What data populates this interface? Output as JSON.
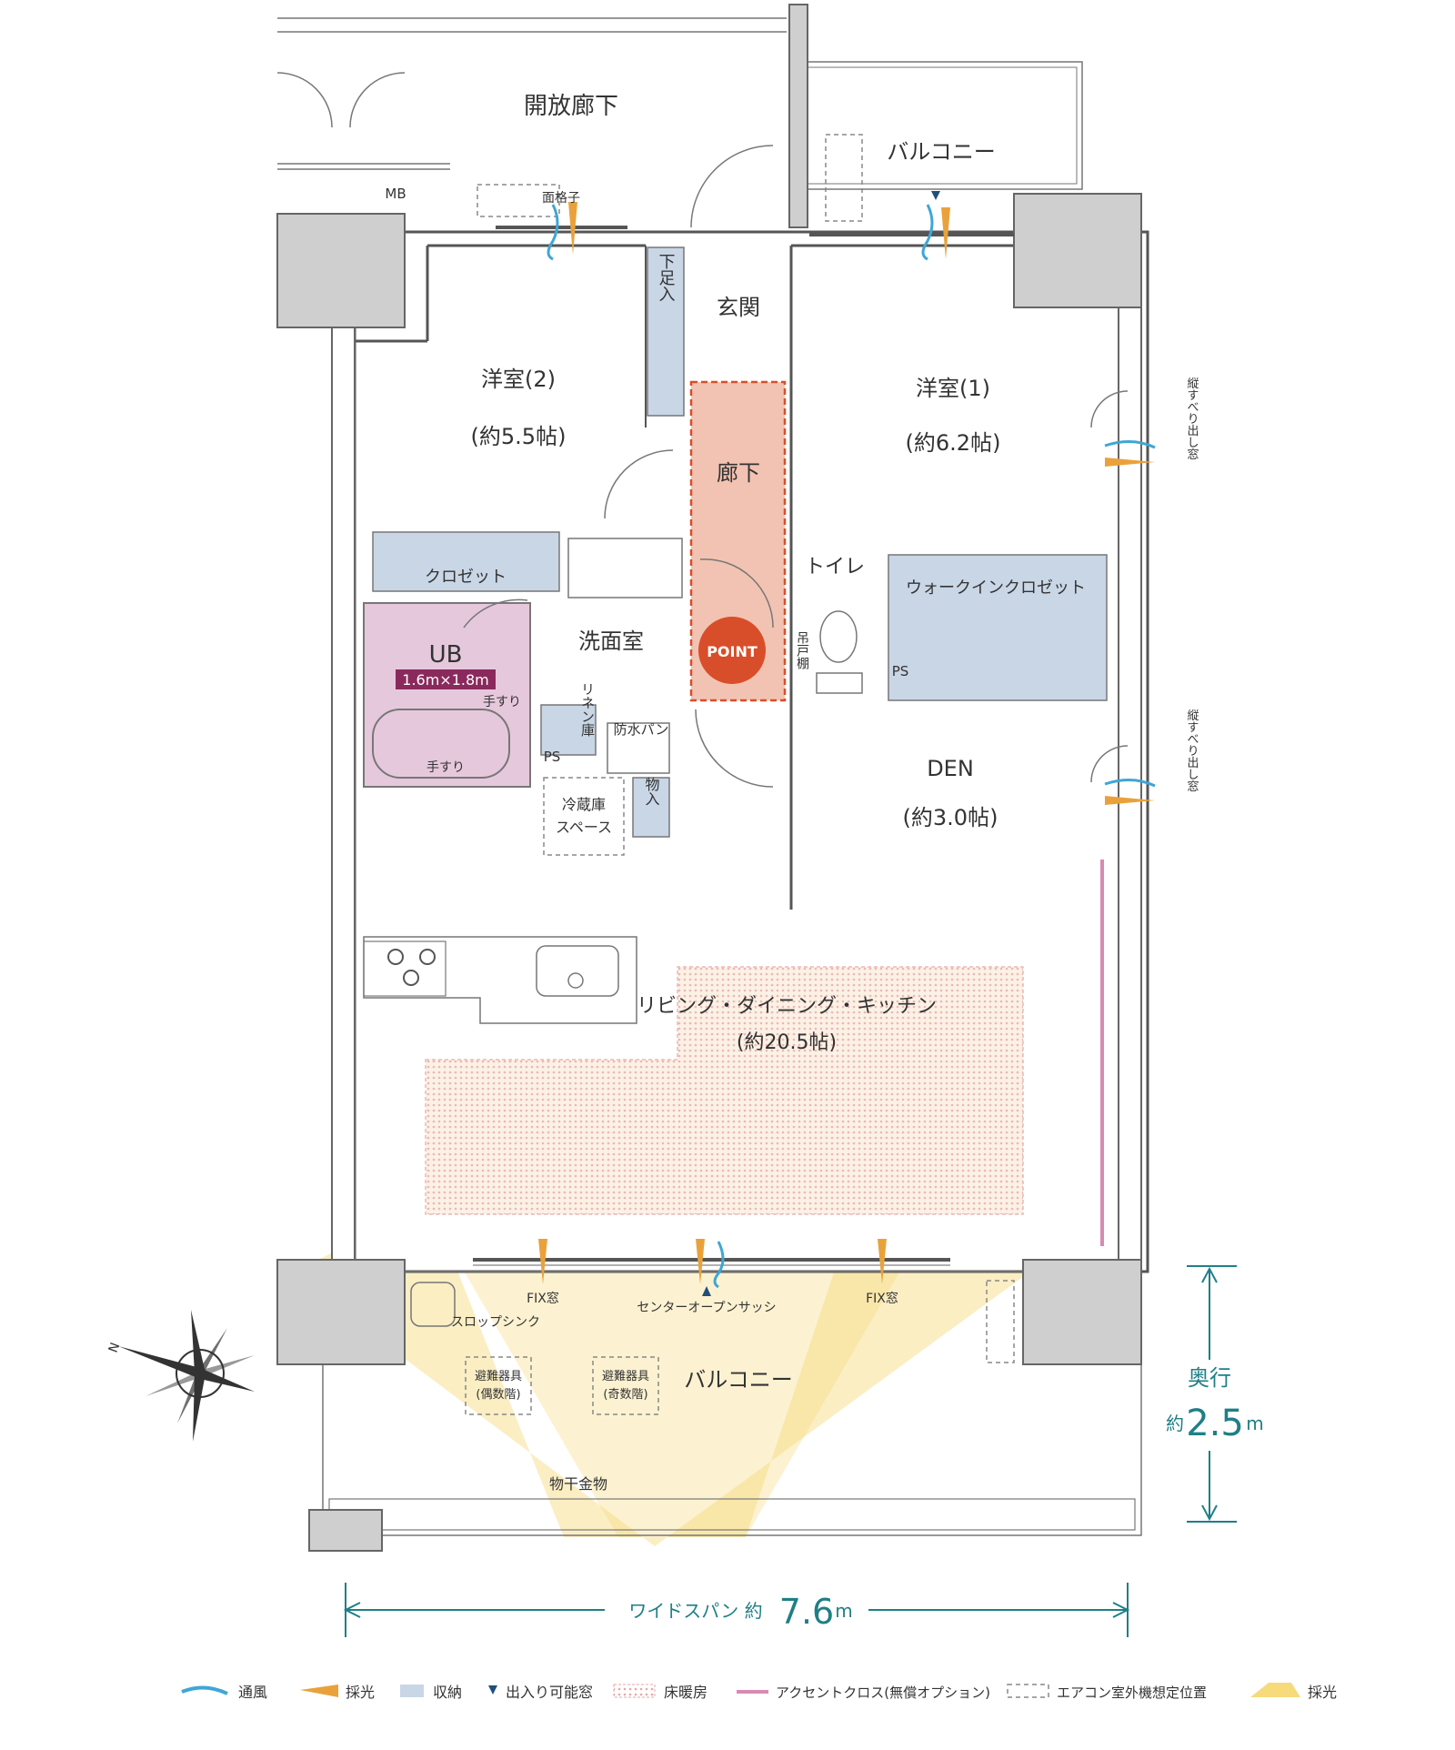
{
  "rooms": {
    "corridor_open": "開放廊下",
    "mb": "MB",
    "grille": "面格子",
    "balcony_north": "バルコニー",
    "shoe_storage": "下足入",
    "entrance": "玄関",
    "western2_name": "洋室(2)",
    "western2_size": "(約5.5帖)",
    "western1_name": "洋室(1)",
    "western1_size": "(約6.2帖)",
    "hallway": "廊下",
    "closet": "クロゼット",
    "toilet": "トイレ",
    "walkin_closet": "ウォークインクロゼット",
    "hanging_shelf": "吊戸棚",
    "ps1": "PS",
    "ps2": "PS",
    "ub": "UB",
    "ub_size": "1.6m×1.8m",
    "handrail1": "手すり",
    "handrail2": "手すり",
    "washroom": "洗面室",
    "linen": "リネン庫",
    "waterproof_pan": "防水パン",
    "point": "POINT",
    "den_name": "DEN",
    "den_size": "(約3.0帖)",
    "sliding_window1": "縦すべり出し窓",
    "sliding_window2": "縦すべり出し窓",
    "fridge_line1": "冷蔵庫",
    "fridge_line2": "スペース",
    "storage_small": "物入",
    "ldk_name": "リビング・ダイニング・キッチン",
    "ldk_size": "(約20.5帖)",
    "fix_window_left": "FIX窓",
    "fix_window_right": "FIX窓",
    "center_sash": "センターオープンサッシ",
    "slop_sink": "スロップシンク",
    "evac_even_1": "避難器具",
    "evac_even_2": "(偶数階)",
    "evac_odd_1": "避難器具",
    "evac_odd_2": "(奇数階)",
    "balcony_south": "バルコニー",
    "laundry_hardware": "物干金物"
  },
  "dimensions": {
    "depth_label": "奥行",
    "depth_prefix": "約",
    "depth_value": "2.5",
    "depth_unit": "m",
    "span_label": "ワイドスパン 約",
    "span_value": "7.6",
    "span_unit": "m"
  },
  "legend": [
    {
      "label": "通風",
      "icon": "wind-icon"
    },
    {
      "label": "採光",
      "icon": "light-ray-icon"
    },
    {
      "label": "収納",
      "icon": "storage-swatch"
    },
    {
      "label": "出入り可能窓",
      "icon": "triangle-icon"
    },
    {
      "label": "床暖房",
      "icon": "floor-heating-swatch"
    },
    {
      "label": "アクセントクロス(無償オプション)",
      "icon": "accent-line"
    },
    {
      "label": "エアコン室外機想定位置",
      "icon": "ac-unit-swatch"
    },
    {
      "label": "採光",
      "icon": "light-fan-icon"
    }
  ],
  "colors": {
    "storage": "#c9d6e6",
    "hallway": "#f2c3b2",
    "point": "#d94e2a",
    "bath": "#e6c8dc",
    "light": "#f7da7a",
    "light_ray": "#e9a23b",
    "wind": "#3fa6d6",
    "accent": "#d98ab2",
    "dimension": "#1f7f86"
  }
}
